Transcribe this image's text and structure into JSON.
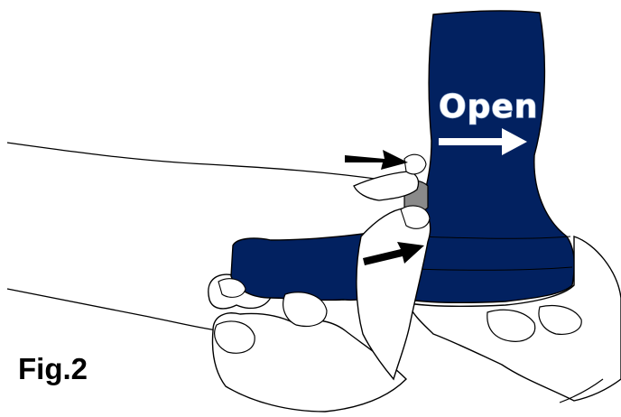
{
  "figure": {
    "label": "Fig.2",
    "open_text": "Open"
  },
  "colors": {
    "device": "#022160",
    "outline": "#000000",
    "skin": "#ffffff",
    "thumb_button": "#8a8a8a",
    "arrow_on_device": "#ffffff",
    "arrow_outside": "#000000"
  },
  "icons": {
    "device": "inhaler-device",
    "open_arrow": "right-arrow-icon",
    "pointer_arrows": "black-arrow-icon"
  }
}
